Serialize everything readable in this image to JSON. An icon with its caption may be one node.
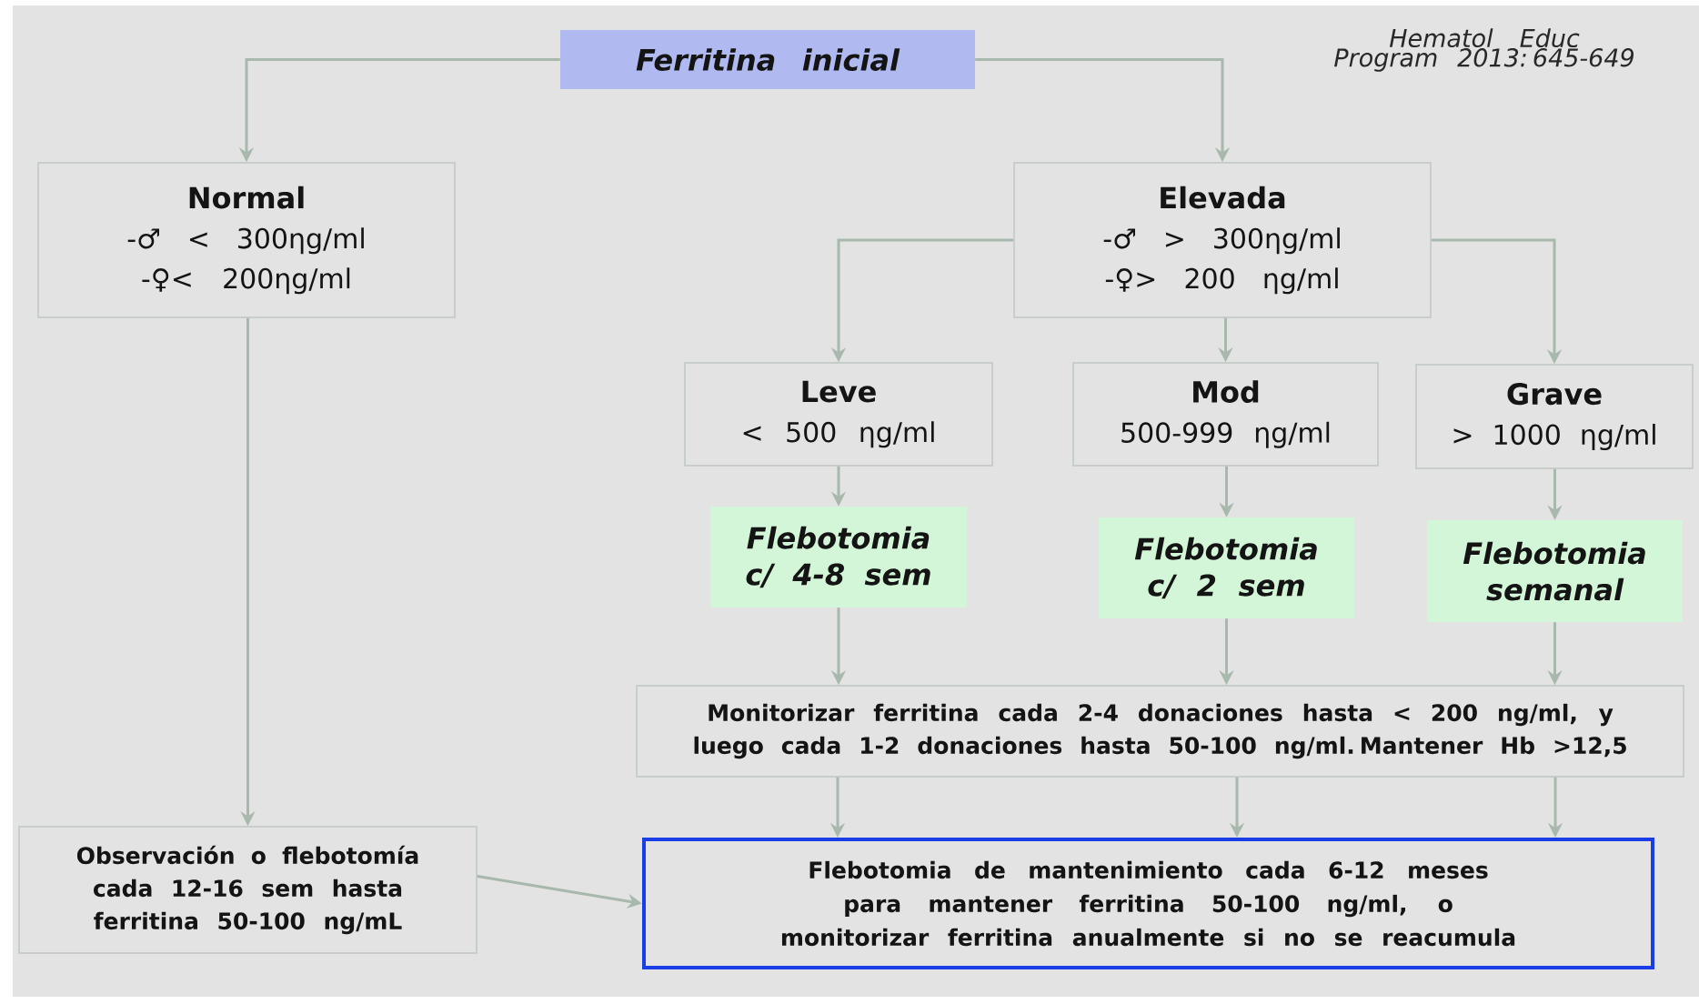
{
  "diagram": {
    "nodes": [
      {
        "text": [
          "Ferritina inicial"
        ]
      },
      {
        "text": [
          "Normal",
          "-♂ < 300ηg/ml",
          "-♀< 200ηg/ml"
        ]
      },
      {
        "text": [
          "Elevada",
          "-♂ > 300ηg/ml",
          "-♀> 200 ηg/ml"
        ]
      },
      {
        "text": [
          "Leve",
          "< 500 ηg/ml"
        ]
      },
      {
        "text": [
          "Mod",
          "500-999 ηg/ml"
        ]
      },
      {
        "text": [
          "Grave",
          "> 1000 ηg/ml"
        ]
      },
      {
        "text": [
          "Flebotomia c/ 4-8 sem"
        ]
      },
      {
        "text": [
          "Flebotomia c/ 2 sem"
        ]
      },
      {
        "text": [
          "Flebotomia semanal"
        ]
      },
      {
        "text": [
          "Monitorizar ferritina cada 2-4 donaciones hasta < 200 ng/ml, y luego cada 1-2 donaciones hasta 50-100 ng/ml. Mantener Hb >12,5"
        ]
      },
      {
        "text": [
          "Observación o flebotomía cada 12-16 sem hasta ferritina 50-100 ng/mL"
        ]
      },
      {
        "text": [
          "Flebotomia de mantenimiento cada 6-12 meses para mantener ferritina 50-100 ng/ml, o monitorizar ferritina anualmente si no se reacumula"
        ]
      }
    ],
    "edges": [
      {
        "from": 0,
        "to": 1,
        "arrow": "to"
      },
      {
        "from": 0,
        "to": 2,
        "arrow": "to"
      },
      {
        "from": 2,
        "to": 3,
        "arrow": "to"
      },
      {
        "from": 2,
        "to": 4,
        "arrow": "to"
      },
      {
        "from": 2,
        "to": 5,
        "arrow": "to"
      },
      {
        "from": 3,
        "to": 6,
        "arrow": "to"
      },
      {
        "from": 4,
        "to": 7,
        "arrow": "to"
      },
      {
        "from": 5,
        "to": 8,
        "arrow": "to"
      },
      {
        "from": 6,
        "to": 9,
        "arrow": "to"
      },
      {
        "from": 7,
        "to": 9,
        "arrow": "to"
      },
      {
        "from": 8,
        "to": 9,
        "arrow": "to"
      },
      {
        "from": 1,
        "to": 10,
        "arrow": "to"
      },
      {
        "from": 9,
        "to": 11,
        "arrow": "to"
      },
      {
        "from": 9,
        "to": 11,
        "arrow": "to"
      },
      {
        "from": 9,
        "to": 11,
        "arrow": "to"
      },
      {
        "from": 10,
        "to": 11,
        "arrow": "to"
      }
    ],
    "labels": [
      "Hematol Educ Program 2013: 645-649"
    ]
  }
}
